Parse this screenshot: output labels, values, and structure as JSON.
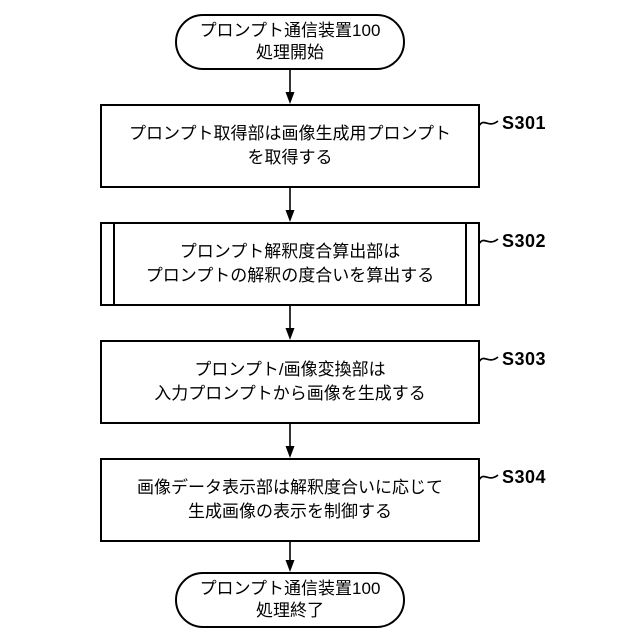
{
  "diagram": {
    "type": "flowchart",
    "colors": {
      "stroke": "#000000",
      "background": "#ffffff"
    },
    "start": {
      "lines": [
        "プロンプト通信装置100",
        "処理開始"
      ]
    },
    "steps": [
      {
        "label": "S301",
        "shape": "process",
        "lines": [
          "プロンプト取得部は画像生成用プロンプト",
          "を取得する"
        ]
      },
      {
        "label": "S302",
        "shape": "predefined-process",
        "lines": [
          "プロンプト解釈度合算出部は",
          "プロンプトの解釈の度合いを算出する"
        ]
      },
      {
        "label": "S303",
        "shape": "process",
        "lines": [
          "プロンプト/画像変換部は",
          "入力プロンプトから画像を生成する"
        ]
      },
      {
        "label": "S304",
        "shape": "process",
        "lines": [
          "画像データ表示部は解釈度合いに応じて",
          "生成画像の表示を制御する"
        ]
      }
    ],
    "end": {
      "lines": [
        "プロンプト通信装置100",
        "処理終了"
      ]
    }
  }
}
